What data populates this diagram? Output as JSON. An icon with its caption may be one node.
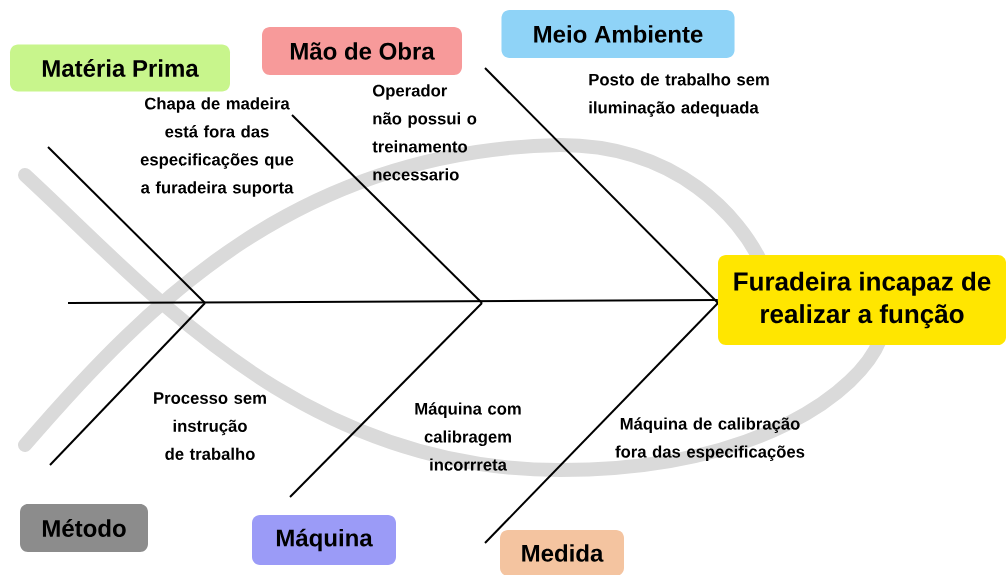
{
  "diagram": {
    "nodes": [
      {
        "text": [
          "Matéria Prima"
        ]
      },
      {
        "text": [
          "Mão de Obra"
        ]
      },
      {
        "text": [
          "Meio Ambiente"
        ]
      },
      {
        "text": [
          "Método"
        ]
      },
      {
        "text": [
          "Máquina"
        ]
      },
      {
        "text": [
          "Medida"
        ]
      },
      {
        "text": [
          "Furadeira incapaz de realizar a função"
        ]
      }
    ],
    "edges": [
      {
        "from": null,
        "to": 6,
        "arrow": "none"
      }
    ],
    "labels": [
      "Chapa de madeira está fora das especificações que a furadeira suporta",
      "Operador não possui o treinamento necessario",
      "Posto de trabalho sem iluminação adequada",
      "Processo sem instrução de trabalho",
      "Máquina com calibragem incorrreta",
      "Máquina de calibração fora das especificações"
    ]
  }
}
